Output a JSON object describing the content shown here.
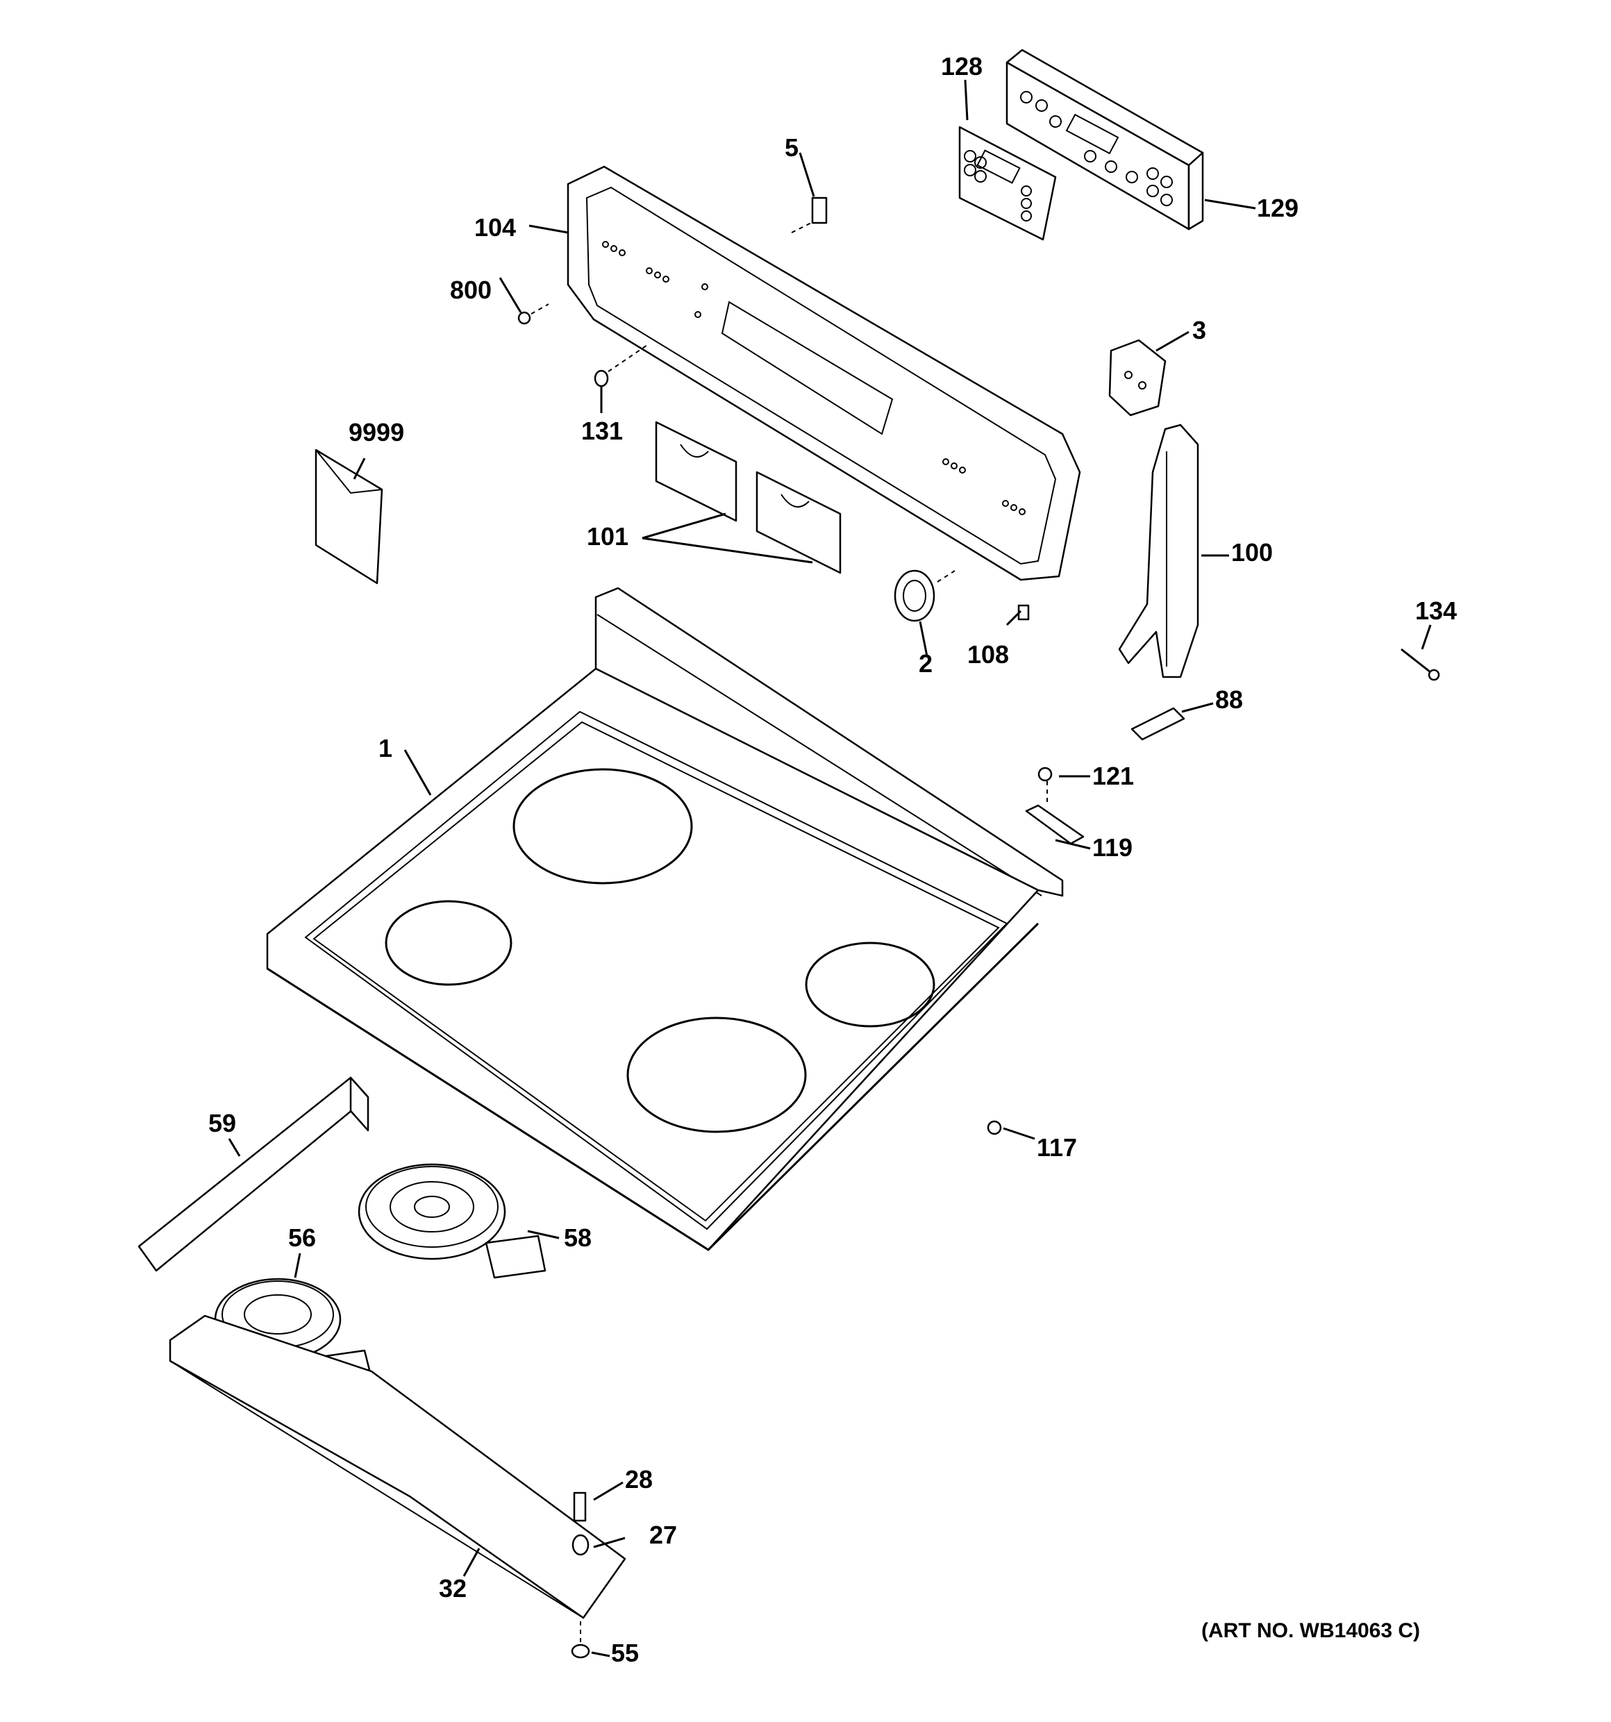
{
  "diagram": {
    "art_number": "(ART NO. WB14063 C)",
    "callouts": {
      "p1": "1",
      "p2": "2",
      "p3": "3",
      "p5": "5",
      "p27": "27",
      "p28": "28",
      "p32": "32",
      "p55": "55",
      "p56": "56",
      "p58": "58",
      "p59": "59",
      "p88": "88",
      "p100": "100",
      "p101": "101",
      "p104": "104",
      "p108": "108",
      "p117": "117",
      "p119": "119",
      "p121": "121",
      "p128": "128",
      "p129": "129",
      "p131": "131",
      "p134": "134",
      "p800": "800",
      "p9999": "9999"
    }
  }
}
